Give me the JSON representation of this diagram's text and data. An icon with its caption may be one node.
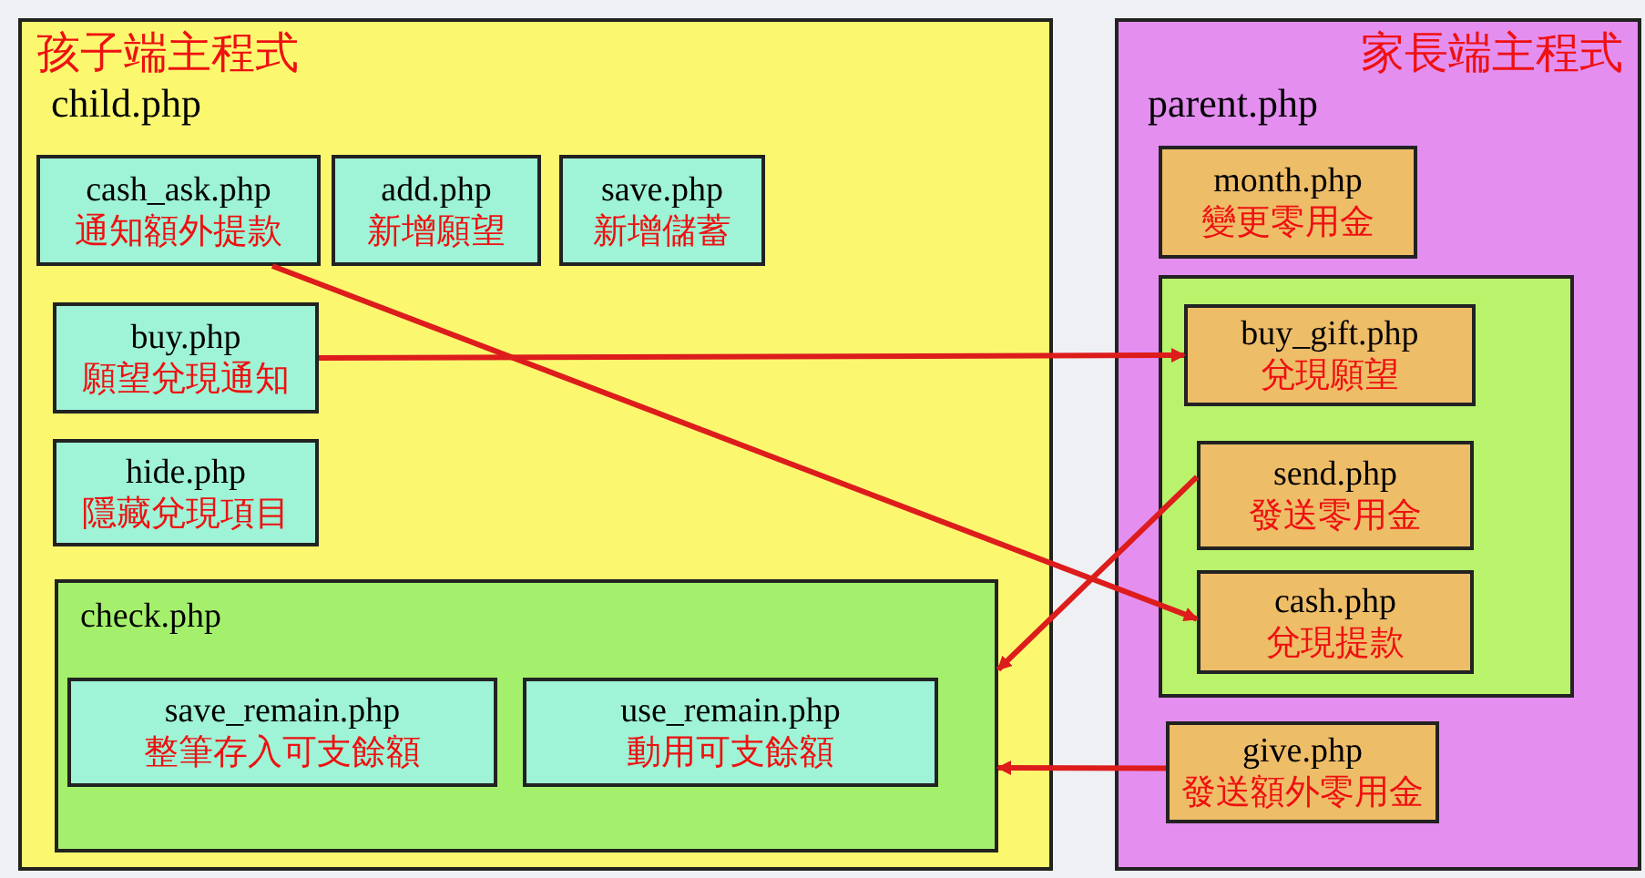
{
  "diagram": {
    "nodes": [
      {
        "text": [
          "孩子端主程式",
          "child.php"
        ]
      },
      {
        "text": [
          "cash_ask.php",
          "通知額外提款"
        ],
        "in": 0
      },
      {
        "text": [
          "add.php",
          "新增願望"
        ],
        "in": 0
      },
      {
        "text": [
          "save.php",
          "新增儲蓄"
        ],
        "in": 0
      },
      {
        "text": [
          "buy.php",
          "願望兌現通知"
        ],
        "in": 0
      },
      {
        "text": [
          "hide.php",
          "隱藏兌現項目"
        ],
        "in": 0
      },
      {
        "text": [
          "check.php"
        ],
        "in": 0
      },
      {
        "text": [
          "save_remain.php",
          "整筆存入可支餘額"
        ],
        "in": 6
      },
      {
        "text": [
          "use_remain.php",
          "動用可支餘額"
        ],
        "in": 6
      },
      {
        "text": [
          "家長端主程式",
          "parent.php"
        ]
      },
      {
        "text": [
          "month.php",
          "變更零用金"
        ],
        "in": 9
      },
      {
        "text": [],
        "shape": "box",
        "in": 9
      },
      {
        "text": [
          "buy_gift.php",
          "兌現願望"
        ],
        "in": 11
      },
      {
        "text": [
          "send.php",
          "發送零用金"
        ],
        "in": 11
      },
      {
        "text": [
          "cash.php",
          "兌現提款"
        ],
        "in": 11
      },
      {
        "text": [
          "give.php",
          "發送額外零用金"
        ],
        "in": 9
      }
    ],
    "edges": [
      {
        "from": 4,
        "to": 12,
        "arrow": "to"
      },
      {
        "from": 1,
        "to": 14,
        "arrow": "to"
      },
      {
        "from": 13,
        "to": 6,
        "arrow": "to"
      },
      {
        "from": 15,
        "to": 6,
        "arrow": "to"
      }
    ]
  }
}
